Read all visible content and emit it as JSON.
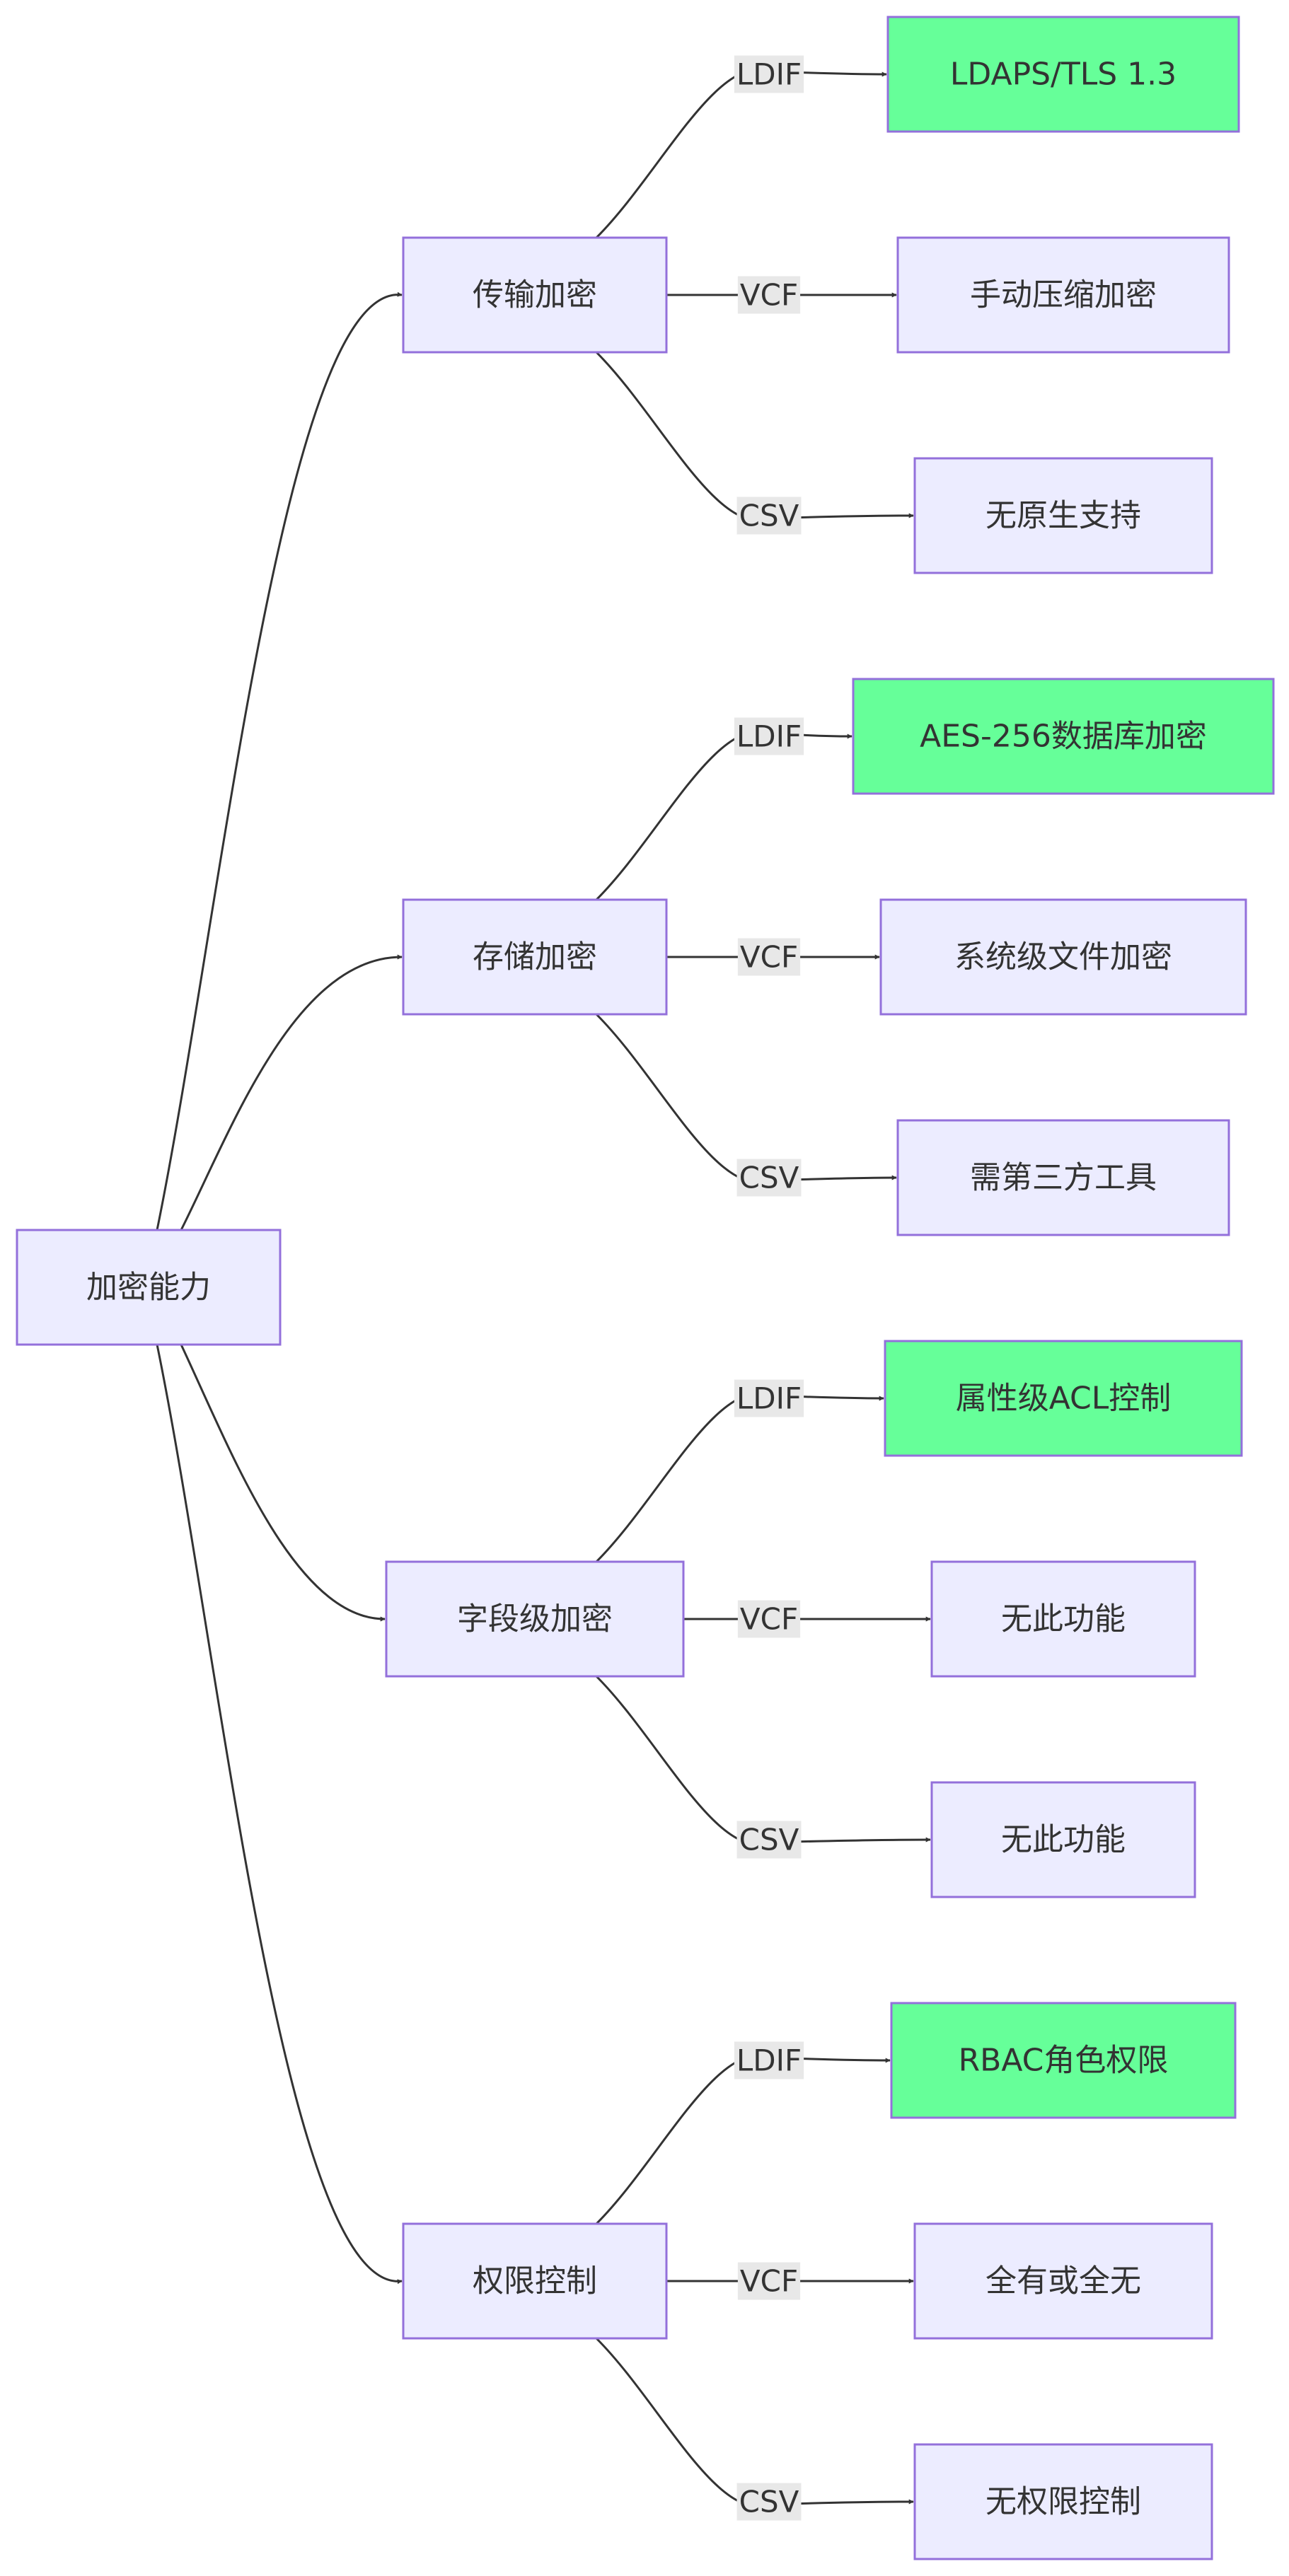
{
  "colors": {
    "node_fill": "#ECECFF",
    "node_stroke": "#9370DB",
    "highlight_fill": "#66FF99",
    "edge": "#333333",
    "label_bg": "#E8E8E8",
    "text": "#333333"
  },
  "root": {
    "label": "加密能力"
  },
  "groups": [
    {
      "label": "传输加密",
      "leaves": [
        {
          "edge_label": "LDIF",
          "label": "LDAPS/TLS 1.3",
          "highlight": true
        },
        {
          "edge_label": "VCF",
          "label": "手动压缩加密",
          "highlight": false
        },
        {
          "edge_label": "CSV",
          "label": "无原生支持",
          "highlight": false
        }
      ]
    },
    {
      "label": "存储加密",
      "leaves": [
        {
          "edge_label": "LDIF",
          "label": "AES-256数据库加密",
          "highlight": true
        },
        {
          "edge_label": "VCF",
          "label": "系统级文件加密",
          "highlight": false
        },
        {
          "edge_label": "CSV",
          "label": "需第三方工具",
          "highlight": false
        }
      ]
    },
    {
      "label": "字段级加密",
      "leaves": [
        {
          "edge_label": "LDIF",
          "label": "属性级ACL控制",
          "highlight": true
        },
        {
          "edge_label": "VCF",
          "label": "无此功能",
          "highlight": false
        },
        {
          "edge_label": "CSV",
          "label": "无此功能",
          "highlight": false
        }
      ]
    },
    {
      "label": "权限控制",
      "leaves": [
        {
          "edge_label": "LDIF",
          "label": "RBAC角色权限",
          "highlight": true
        },
        {
          "edge_label": "VCF",
          "label": "全有或全无",
          "highlight": false
        },
        {
          "edge_label": "CSV",
          "label": "无权限控制",
          "highlight": false
        }
      ]
    }
  ]
}
